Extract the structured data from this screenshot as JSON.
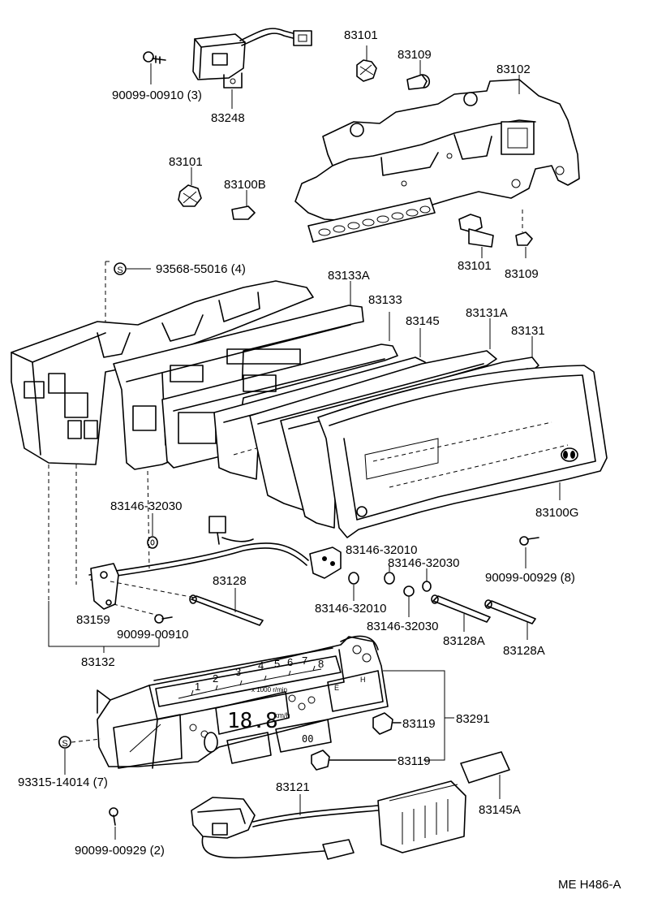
{
  "diagram_code": "ME H486-A",
  "parts": {
    "p1": "83101",
    "p2": "83109",
    "p3": "83102",
    "p4": "90099-00910 (3)",
    "p5": "83248",
    "p6": "83101",
    "p7": "83100B",
    "p8": "83101",
    "p9": "83109",
    "p10": "93568-55016 (4)",
    "p11": "83133A",
    "p12": "83133",
    "p13": "83145",
    "p14": "83131A",
    "p15": "83131",
    "p16": "83100G",
    "p17": "83146-32030",
    "p18": "83146-32010",
    "p19": "83146-32030",
    "p20": "90099-00929 (8)",
    "p21": "83128",
    "p22": "83159",
    "p23": "90099-00910",
    "p24": "83146-32010",
    "p25": "83146-32030",
    "p26": "83128A",
    "p27": "83128A",
    "p28": "83132",
    "p29": "83291",
    "p30": "83119",
    "p31": "83119",
    "p32": "93315-14014 (7)",
    "p33": "83121",
    "p34": "83145A",
    "p35": "90099-00929 (2)"
  },
  "symbols": {
    "s1": "S",
    "s2": "S"
  },
  "gauge_marks": {
    "m0": "1",
    "m1": "2",
    "m2": "3",
    "m3": "4",
    "m4": "5",
    "m5": "6",
    "m6": "7",
    "m7": "8",
    "rpm": "x 1000 r/min",
    "digits": "18.8",
    "kmh": "km/h",
    "odo": "00",
    "fuel": "E",
    "temp": "H"
  }
}
